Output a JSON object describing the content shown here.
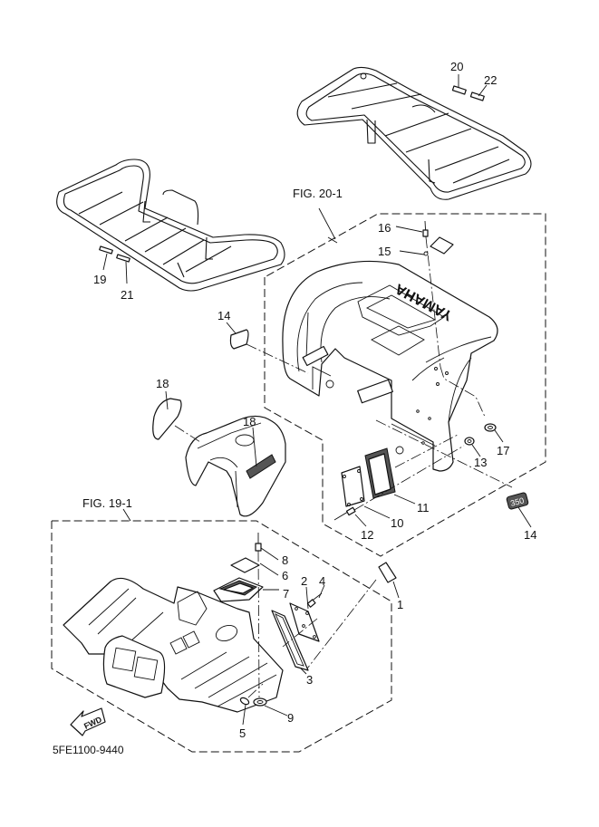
{
  "diagram": {
    "title_code": "5FE1100-9440",
    "figure_refs": [
      {
        "label": "FIG. 20-1"
      },
      {
        "label": "FIG. 19-1"
      }
    ],
    "brand_text": "YAMAHA",
    "badge_text": "350",
    "direction_arrow": {
      "label": "FWD",
      "icon": "forward-arrow-icon"
    },
    "callouts": [
      {
        "number": "1"
      },
      {
        "number": "2"
      },
      {
        "number": "3"
      },
      {
        "number": "4"
      },
      {
        "number": "5"
      },
      {
        "number": "6"
      },
      {
        "number": "7"
      },
      {
        "number": "8"
      },
      {
        "number": "9"
      },
      {
        "number": "10"
      },
      {
        "number": "11"
      },
      {
        "number": "12"
      },
      {
        "number": "13"
      },
      {
        "number": "14"
      },
      {
        "number": "14"
      },
      {
        "number": "15"
      },
      {
        "number": "16"
      },
      {
        "number": "17"
      },
      {
        "number": "18"
      },
      {
        "number": "18"
      },
      {
        "number": "19"
      },
      {
        "number": "20"
      },
      {
        "number": "21"
      },
      {
        "number": "22"
      }
    ],
    "parts": [
      {
        "name": "front-carrier-rack"
      },
      {
        "name": "rear-carrier-rack"
      },
      {
        "name": "rear-fender"
      },
      {
        "name": "front-fender"
      },
      {
        "name": "tank-cover"
      }
    ]
  }
}
